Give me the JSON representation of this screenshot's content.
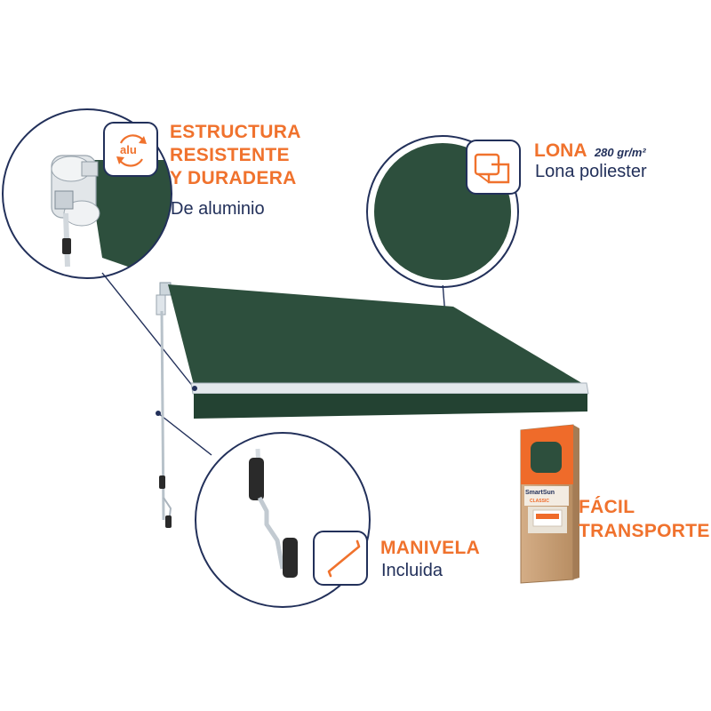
{
  "features": {
    "estructura": {
      "title_lines": [
        "ESTRUCTURA",
        "RESISTENTE",
        "Y DURADERA"
      ],
      "subtitle": "De aluminio",
      "icon": "aluminium-recycle-icon",
      "icon_text": "alu"
    },
    "lona": {
      "title": "LONA",
      "weight": "280 gr/m²",
      "subtitle": "Lona poliester",
      "icon": "fabric-layers-icon"
    },
    "manivela": {
      "title": "MANIVELA",
      "subtitle": "Incluida",
      "icon": "crank-handle-icon"
    },
    "transporte": {
      "title_lines": [
        "FÁCIL",
        "TRANSPORTE"
      ]
    }
  },
  "product_box": {
    "brand": "SmartSun",
    "model": "CLASSIC"
  },
  "colors": {
    "accent": "#f0722d",
    "navy": "#22305a",
    "fabric": "#2d4f3d",
    "fabric_dark": "#234232",
    "box": "#c7a079"
  }
}
